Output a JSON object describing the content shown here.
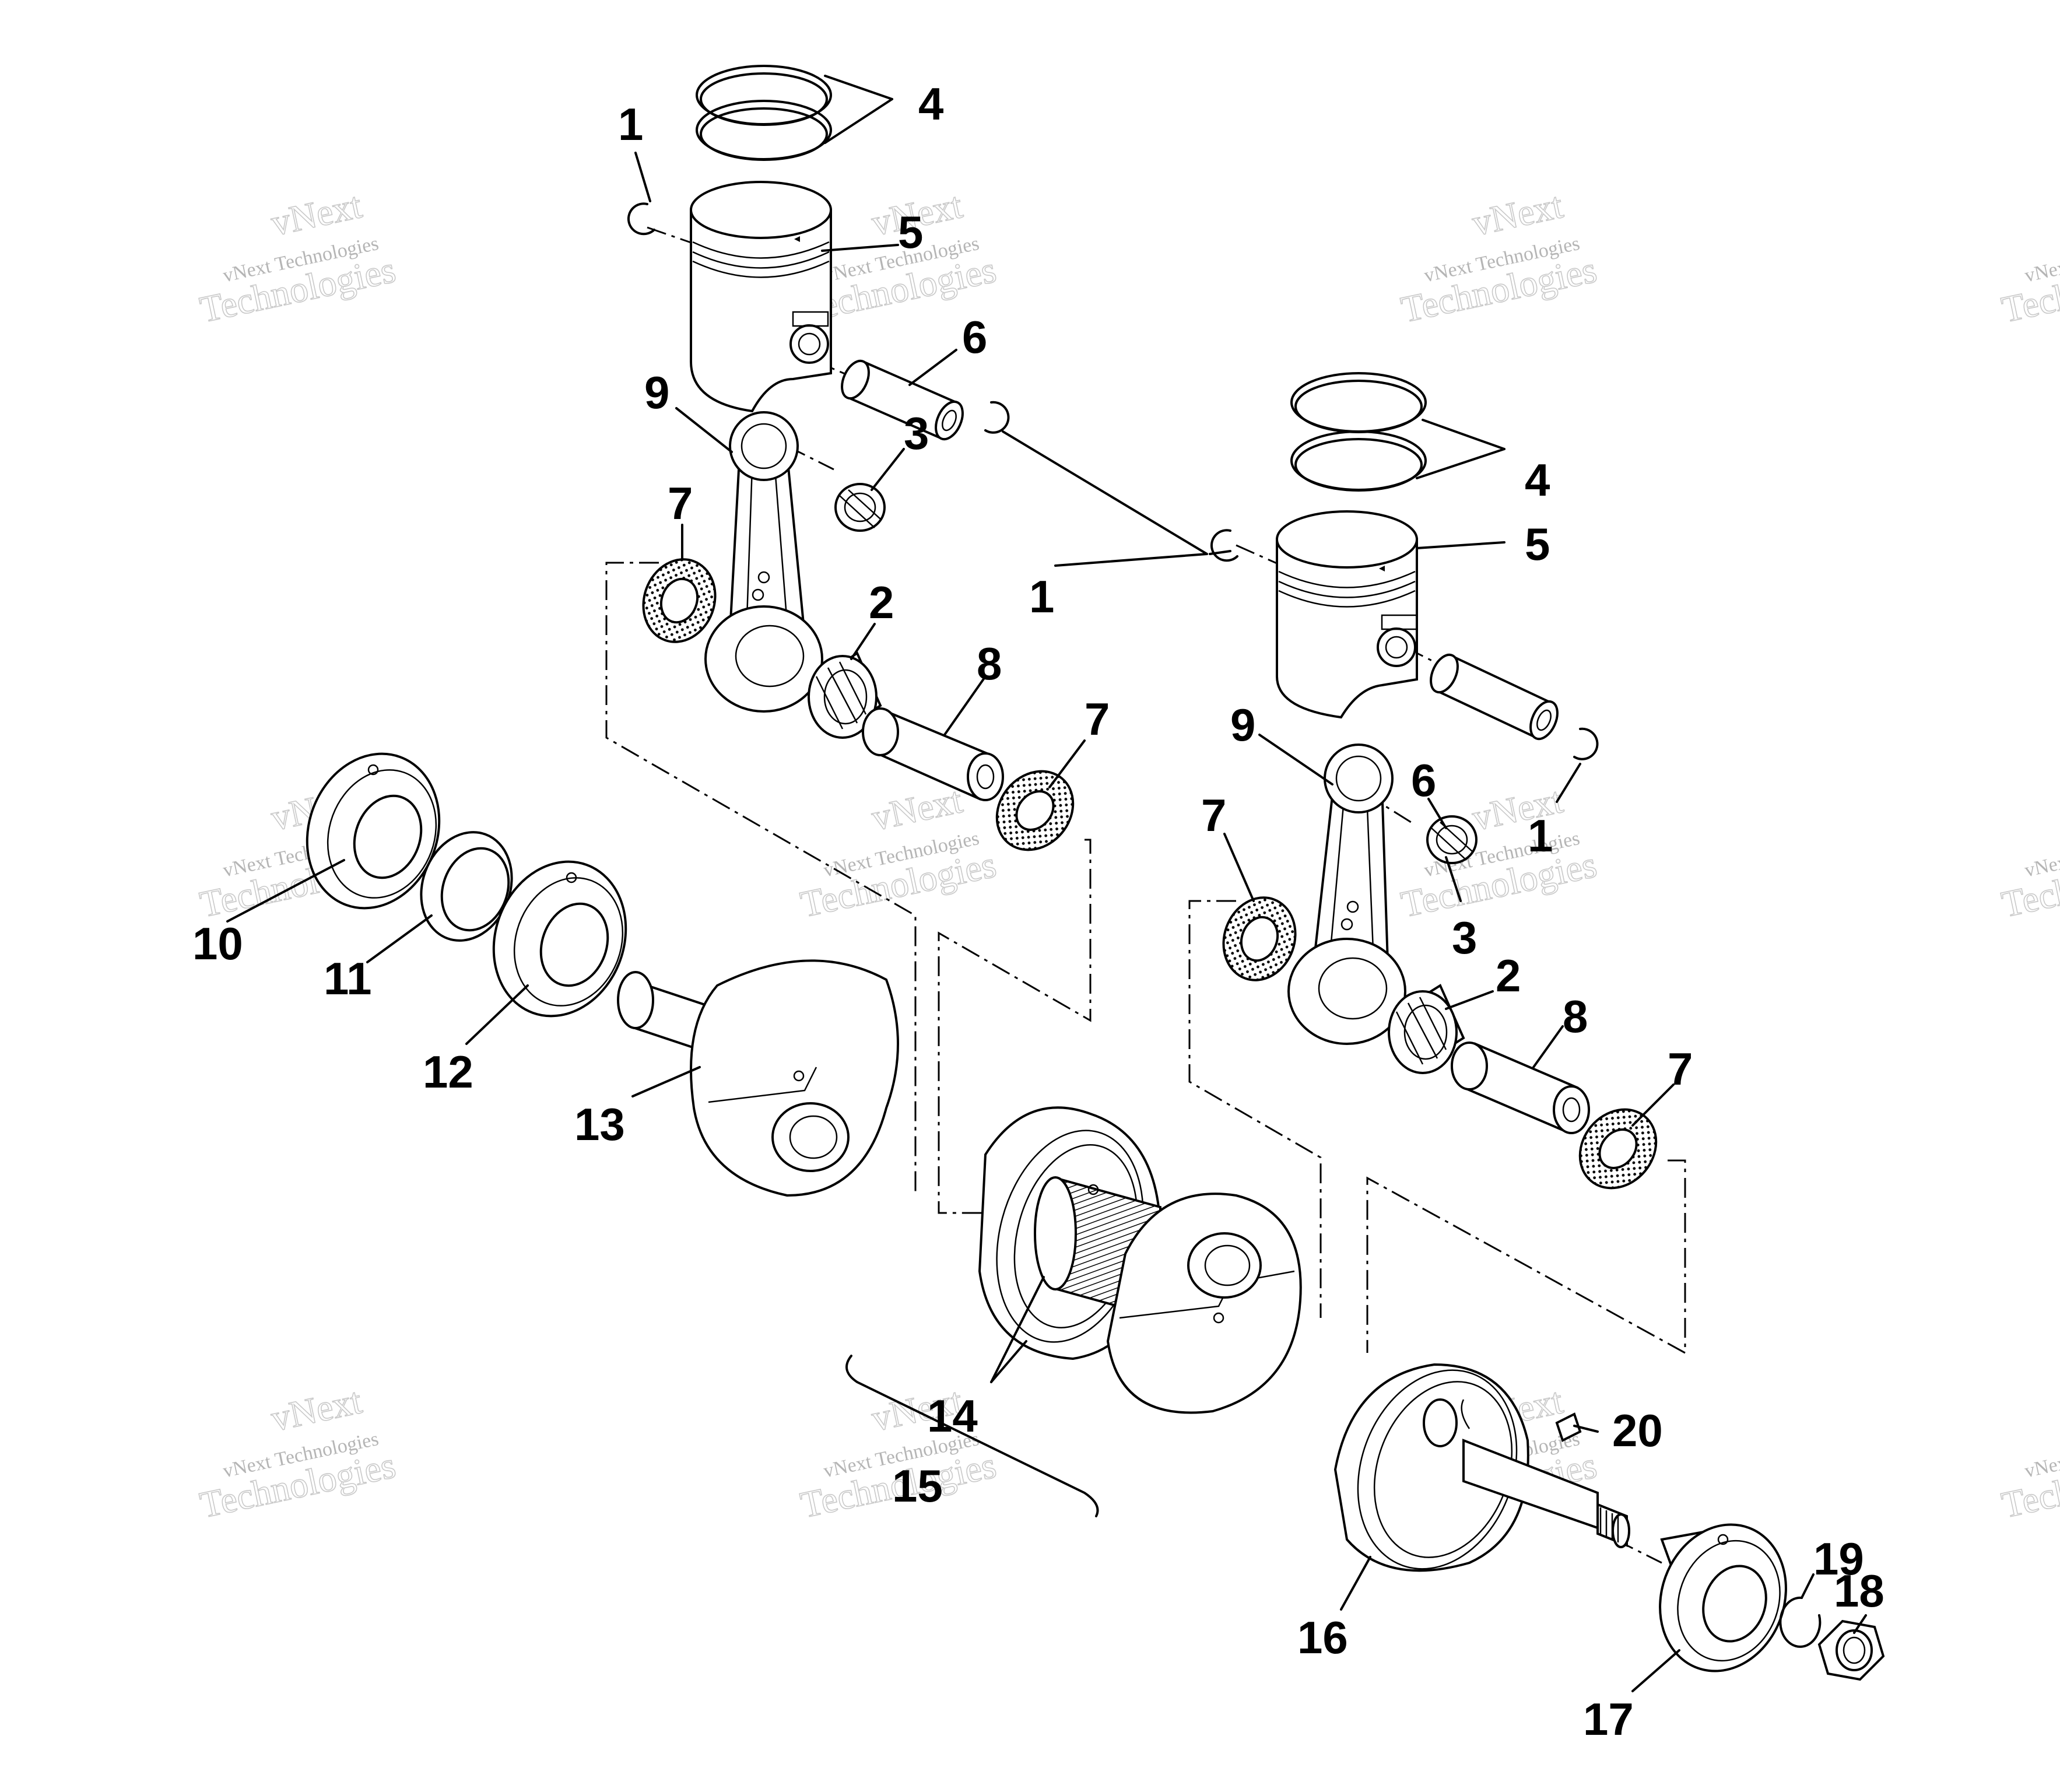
{
  "diagram": {
    "watermark": {
      "line1": "vNext Technologies",
      "line2": "vNext",
      "line3": "Technologies"
    },
    "callouts": [
      {
        "id": "c1a",
        "text": "1"
      },
      {
        "id": "c4a",
        "text": "4"
      },
      {
        "id": "c5a",
        "text": "5"
      },
      {
        "id": "c6a",
        "text": "6"
      },
      {
        "id": "c9a",
        "text": "9"
      },
      {
        "id": "c3a",
        "text": "3"
      },
      {
        "id": "c7a",
        "text": "7"
      },
      {
        "id": "c2a",
        "text": "2"
      },
      {
        "id": "c8a",
        "text": "8"
      },
      {
        "id": "c7b",
        "text": "7"
      },
      {
        "id": "c4b",
        "text": "4"
      },
      {
        "id": "c5b",
        "text": "5"
      },
      {
        "id": "c1b",
        "text": "1"
      },
      {
        "id": "c9b",
        "text": "9"
      },
      {
        "id": "c6b",
        "text": "6"
      },
      {
        "id": "c1c",
        "text": "1"
      },
      {
        "id": "c7c",
        "text": "7"
      },
      {
        "id": "c3b",
        "text": "3"
      },
      {
        "id": "c2b",
        "text": "2"
      },
      {
        "id": "c8b",
        "text": "8"
      },
      {
        "id": "c7d",
        "text": "7"
      },
      {
        "id": "c10",
        "text": "10"
      },
      {
        "id": "c11",
        "text": "11"
      },
      {
        "id": "c12",
        "text": "12"
      },
      {
        "id": "c13",
        "text": "13"
      },
      {
        "id": "c14",
        "text": "14"
      },
      {
        "id": "c15",
        "text": "15"
      },
      {
        "id": "c16",
        "text": "16"
      },
      {
        "id": "c17",
        "text": "17"
      },
      {
        "id": "c18",
        "text": "18"
      },
      {
        "id": "c19",
        "text": "19"
      },
      {
        "id": "c20",
        "text": "20"
      }
    ]
  }
}
